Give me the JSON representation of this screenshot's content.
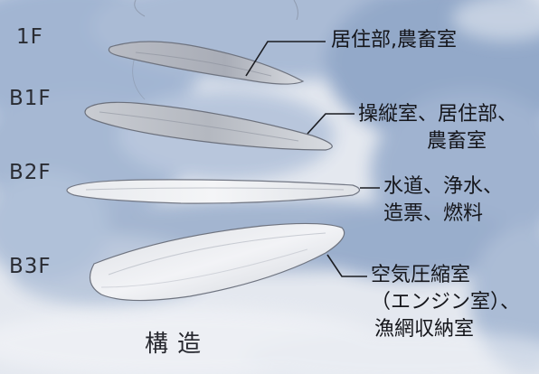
{
  "floors": [
    {
      "label": "1F",
      "description": [
        "居住部,農畜室"
      ]
    },
    {
      "label": "B1F",
      "description": [
        "操縦室、居住部、",
        "農畜室"
      ]
    },
    {
      "label": "B2F",
      "description": [
        "水道、浄水、",
        "造票、燃料"
      ]
    },
    {
      "label": "B3F",
      "description": [
        "空気圧縮室",
        "（エンジン室）、",
        "漁網収納室"
      ]
    }
  ],
  "title": "構造",
  "colors": {
    "sky": "#8fa6c8",
    "ink": "#15161b",
    "disc_grey": "#c7c9cf",
    "disc_light": "#eef0f4"
  }
}
